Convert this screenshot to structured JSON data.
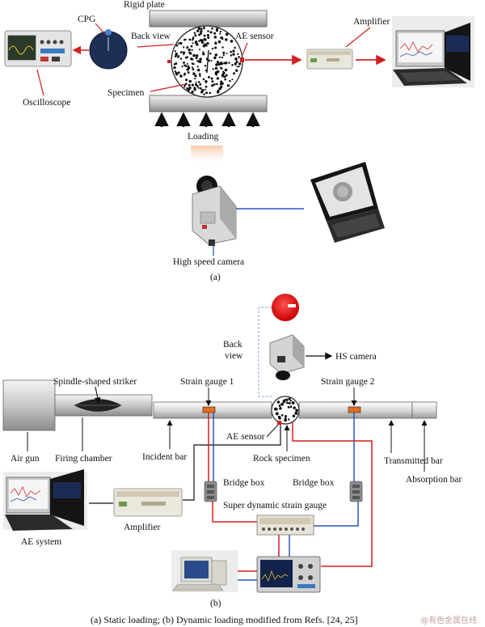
{
  "part_a": {
    "rigid_plate": "Rigid plate",
    "cpg": "CPG",
    "back_view": "Back view",
    "ae_sensor": "AE sensor",
    "amplifier": "Amplifier",
    "oscilloscope": "Oscilloscope",
    "specimen": "Specimen",
    "loading": "Loading",
    "high_speed_camera": "High speed camera",
    "label": "(a)"
  },
  "part_b": {
    "back_view_line1": "Back",
    "back_view_line2": "view",
    "hs_camera": "HS camera",
    "spindle_striker": "Spindle-shaped striker",
    "strain_gauge_1": "Strain gauge 1",
    "strain_gauge_2": "Strain gauge 2",
    "air_gun": "Air gun",
    "firing_chamber": "Firing chamber",
    "incident_bar": "Incident bar",
    "ae_sensor": "AE sensor",
    "rock_specimen": "Rock specimen",
    "transmitted_bar": "Transmitted bar",
    "absorption_bar": "Absorption bar",
    "bridge_box_left": "Bridge box",
    "bridge_box_right": "Bridge box",
    "amplifier": "Amplifier",
    "super_dynamic": "Super dynamic strain gauge",
    "ae_system": "AE system",
    "label": "(b)"
  },
  "caption": "(a) Static loading; (b) Dynamic loading modified from Refs. [24, 25]",
  "watermark": "@有色金属在线",
  "colors": {
    "red": "#d41f1f",
    "blue": "#2b55b8",
    "gauge": "#e07020",
    "spot": "#e00000"
  }
}
